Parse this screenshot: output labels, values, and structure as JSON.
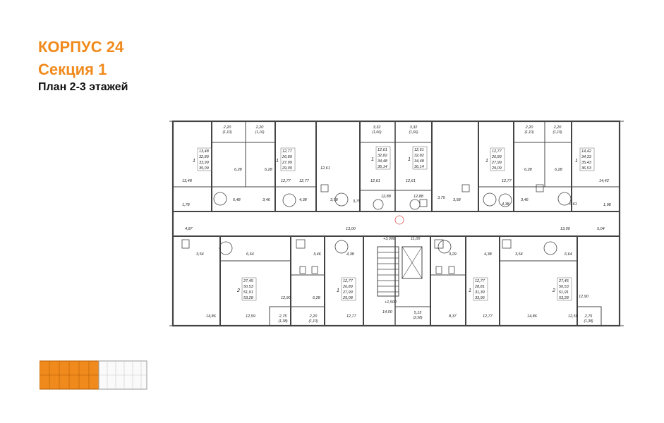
{
  "header": {
    "building": "КОРПУС 24",
    "section": "Секция 1",
    "plan": "План 2-3 этажей"
  },
  "colors": {
    "accent": "#f08a1c",
    "line": "#444444",
    "text": "#222222",
    "key_gray": "#c9c9c9"
  },
  "apartments_top": [
    {
      "rooms": "1",
      "areas": [
        "13,48",
        "32,89",
        "33,99",
        "35,09"
      ]
    },
    {
      "rooms": "1",
      "areas": [
        "12,77",
        "26,89",
        "27,99",
        "29,09"
      ]
    },
    {
      "rooms": "1",
      "areas": [
        "12,61",
        "32,82",
        "34,48",
        "36,14"
      ]
    },
    {
      "rooms": "1",
      "areas": [
        "12,61",
        "32,82",
        "34,48",
        "36,14"
      ]
    },
    {
      "rooms": "1",
      "areas": [
        "12,77",
        "26,89",
        "27,99",
        "29,09"
      ]
    },
    {
      "rooms": "1",
      "areas": [
        "14,42",
        "34,33",
        "35,43",
        "36,53"
      ]
    }
  ],
  "apartments_bottom": [
    {
      "rooms": "2",
      "areas": [
        "27,45",
        "50,53",
        "51,91",
        "53,28"
      ]
    },
    {
      "rooms": "1",
      "areas": [
        "12,77",
        "26,89",
        "27,99",
        "29,08"
      ]
    },
    {
      "rooms": "1",
      "areas": [
        "12,77",
        "28,81",
        "31,39",
        "33,96"
      ]
    },
    {
      "rooms": "2",
      "areas": [
        "27,45",
        "50,53",
        "51,91",
        "53,28"
      ]
    }
  ],
  "balconies_top": [
    {
      "area": "2,20",
      "reduced": "(1,10)"
    },
    {
      "area": "2,20",
      "reduced": "(1,10)"
    },
    {
      "area": "3,32",
      "reduced": "(1,66)"
    },
    {
      "area": "3,32",
      "reduced": "(1,66)"
    },
    {
      "area": "2,20",
      "reduced": "(1,10)"
    },
    {
      "area": "2,20",
      "reduced": "(1,10)"
    }
  ],
  "balconies_bottom": [
    {
      "area": "2,75",
      "reduced": "(1,38)"
    },
    {
      "area": "2,20",
      "reduced": "(1,10)"
    },
    {
      "area": "5,15",
      "reduced": "(2,58)"
    },
    {
      "area": "2,75",
      "reduced": "(1,38)"
    }
  ],
  "room_labels": [
    "13,48",
    "6,28",
    "6,28",
    "12,77",
    "12,61",
    "12,61",
    "12,61",
    "6,28",
    "6,28",
    "14,42",
    "12,77",
    "12,77",
    "12,88",
    "12,88",
    "3,58",
    "3,58",
    "3,75",
    "3,75",
    "6,48",
    "3,46",
    "4,38",
    "4,38",
    "3,46",
    "6,61",
    "1,78",
    "1,98",
    "4,87",
    "5,04",
    "13,00",
    "13,00",
    "11,00",
    "3,54",
    "6,64",
    "3,46",
    "4,38",
    "3,29",
    "4,38",
    "3,54",
    "6,64",
    "12,90",
    "12,90",
    "6,28",
    "14,86",
    "12,59",
    "12,77",
    "14,00",
    "8,37",
    "12,77",
    "14,86",
    "12,59"
  ],
  "level_marks": [
    "+3,000",
    "+1,500"
  ]
}
